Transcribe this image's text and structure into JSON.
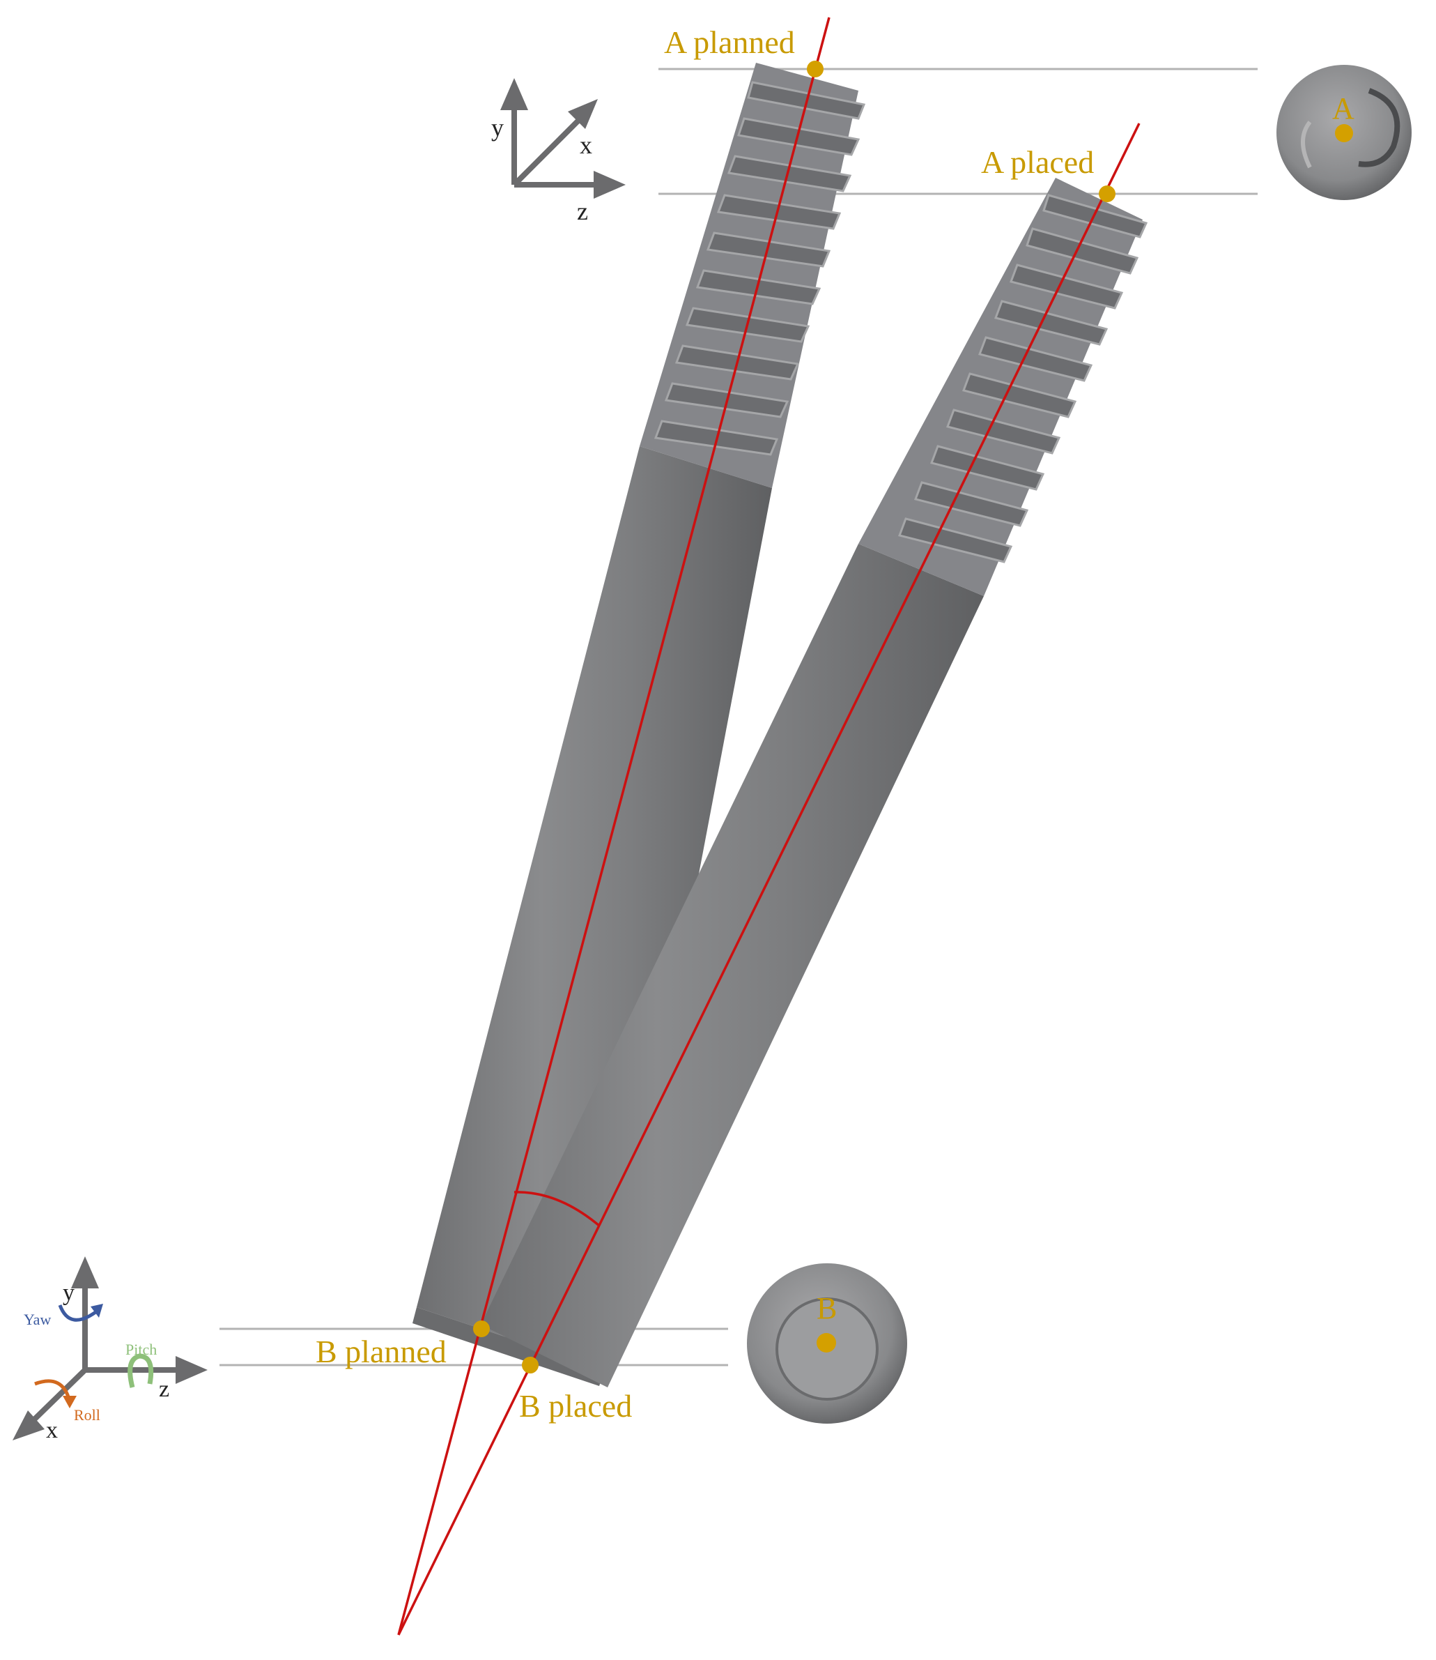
{
  "labels": {
    "a_planned": "A planned",
    "a_placed": "A placed",
    "b_planned": "B planned",
    "b_placed": "B placed",
    "cap_top": "A",
    "cap_bottom": "B"
  },
  "axes_top": {
    "y": "y",
    "x": "x",
    "z": "z"
  },
  "axes_bottom": {
    "y": "y",
    "x": "x",
    "z": "z",
    "yaw": "Yaw",
    "pitch": "Pitch",
    "roll": "Roll"
  },
  "colors": {
    "accent": "#d4a000",
    "label": "#c89a00",
    "line": "#cc1111",
    "screw": "#7d7e80",
    "guide": "#b3b3b3",
    "yaw": "#3c5aa0",
    "pitch": "#8ec07a",
    "roll": "#d2691e"
  }
}
